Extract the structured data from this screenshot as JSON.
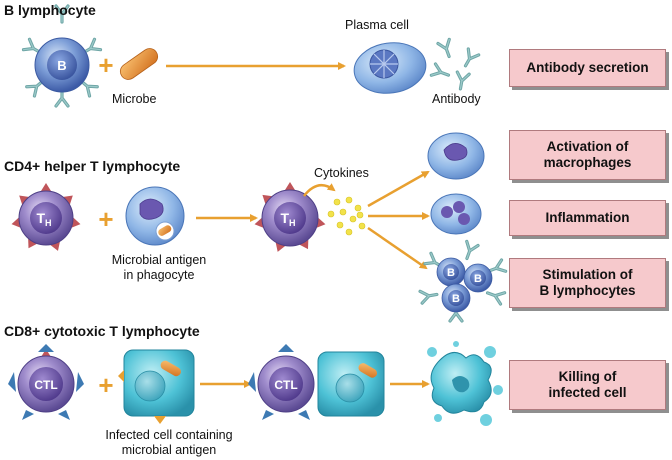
{
  "sections": {
    "b": {
      "header": "B lymphocyte",
      "cell": "B",
      "microbe": "Microbe",
      "plasma": "Plasma cell",
      "antibody": "Antibody",
      "outcome": "Antibody secretion"
    },
    "cd4": {
      "header": "CD4+ helper T lymphocyte",
      "cell_main": "T",
      "cell_sub": "H",
      "antigen_line1": "Microbial antigen",
      "antigen_line2": "in phagocyte",
      "cytokines": "Cytokines",
      "b_cell": "B",
      "outcomes": {
        "macrophage": [
          "Activation of",
          "macrophages"
        ],
        "inflammation": "Inflammation",
        "stimulation": [
          "Stimulation of",
          "B lymphocytes"
        ]
      }
    },
    "cd8": {
      "header": "CD8+ cytotoxic T lymphocyte",
      "cell": "CTL",
      "infected_line1": "Infected cell containing",
      "infected_line2": "microbial antigen",
      "outcome": [
        "Killing of",
        "infected cell"
      ]
    }
  },
  "colors": {
    "arrow": "#e8a030",
    "outcome_box": "#f6c9cc",
    "lymphocyte": "#6d5aa8",
    "b_cell": "#4b6dbb",
    "ctl_cell": "#5a4e9c"
  }
}
